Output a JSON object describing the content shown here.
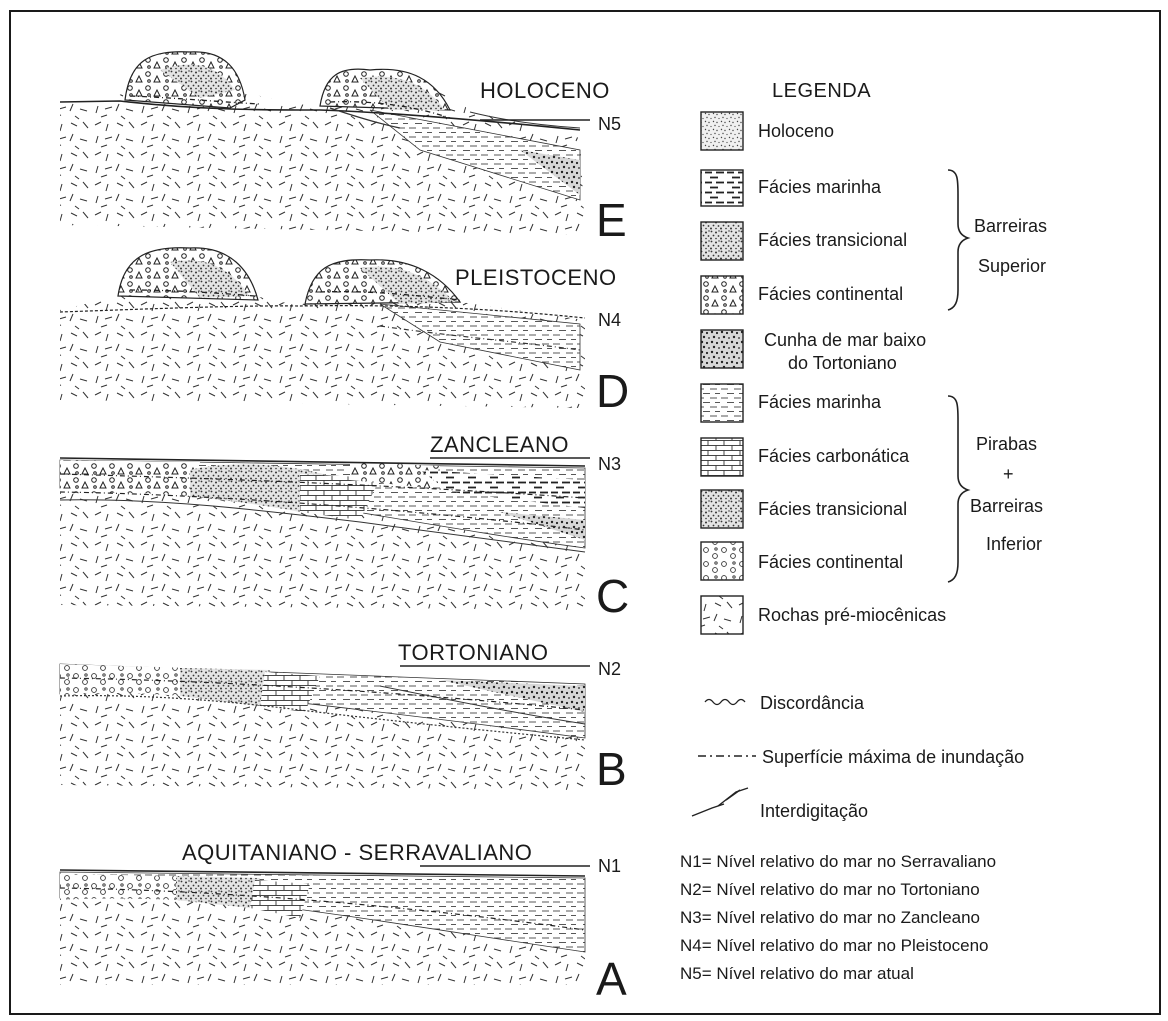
{
  "panels": [
    {
      "letter": "E",
      "title": "HOLOCENO",
      "level": "N5"
    },
    {
      "letter": "D",
      "title": "PLEISTOCENO",
      "level": "N4"
    },
    {
      "letter": "C",
      "title": "ZANCLEANO",
      "level": "N3"
    },
    {
      "letter": "B",
      "title": "TORTONIANO",
      "level": "N2"
    },
    {
      "letter": "A",
      "title": "AQUITANIANO - SERRAVALIANO",
      "level": "N1"
    }
  ],
  "legend": {
    "title": "LEGENDA",
    "items": [
      {
        "label": "Holoceno",
        "pattern": "holoceno"
      },
      {
        "label": "Fácies marinha",
        "pattern": "marine-upper"
      },
      {
        "label": "Fácies transicional",
        "pattern": "transitional"
      },
      {
        "label": "Fácies continental",
        "pattern": "continental-upper"
      },
      {
        "label_line1": "Cunha de mar baixo",
        "label_line2": "do Tortoniano",
        "pattern": "lowstand-wedge"
      },
      {
        "label": "Fácies marinha",
        "pattern": "marine-lower"
      },
      {
        "label": "Fácies carbonática",
        "pattern": "carbonate"
      },
      {
        "label": "Fácies transicional",
        "pattern": "transitional"
      },
      {
        "label": "Fácies continental",
        "pattern": "continental-lower"
      },
      {
        "label": "Rochas pré-miocênicas",
        "pattern": "basement"
      }
    ],
    "group_upper": {
      "line1": "Barreiras",
      "line2": "Superior"
    },
    "group_lower": {
      "line1": "Pirabas",
      "line2": "+",
      "line3": "Barreiras",
      "line4": "Inferior"
    }
  },
  "symbols": [
    {
      "label": "Discordância",
      "icon": "wavy-line-icon"
    },
    {
      "label": "Superfície máxima de inundação",
      "icon": "dash-dot-line-icon"
    },
    {
      "label": "Interdigitação",
      "icon": "interfingering-icon"
    }
  ],
  "level_definitions": [
    "N1= Nível relativo do mar no Serravaliano",
    "N2= Nível relativo do mar no Tortoniano",
    "N3= Nível relativo do mar no Zancleano",
    "N4= Nível relativo do mar no Pleistoceno",
    "N5= Nível relativo do mar atual"
  ]
}
